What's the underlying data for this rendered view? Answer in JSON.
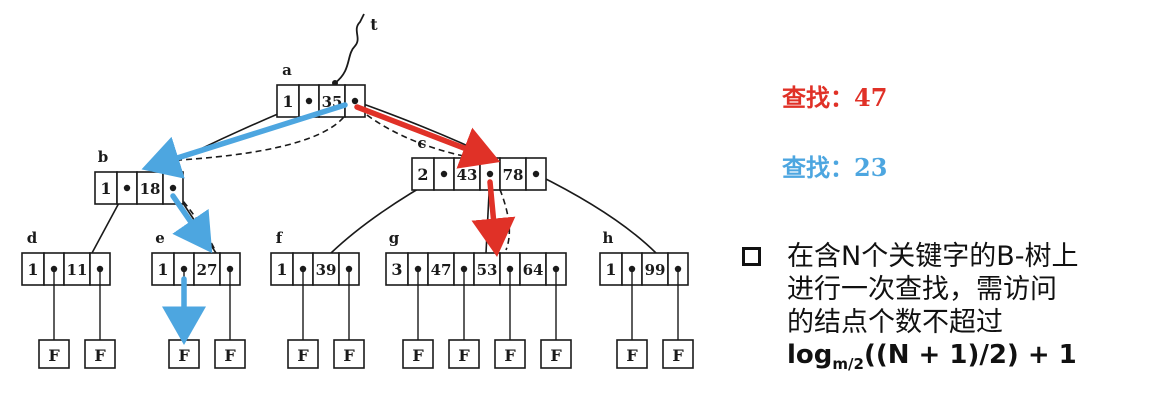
{
  "diagram": {
    "pointer_label": "t",
    "nodes": [
      {
        "id": "a",
        "label": "a",
        "count": "1",
        "keys": [
          "35"
        ]
      },
      {
        "id": "b",
        "label": "b",
        "count": "1",
        "keys": [
          "18"
        ]
      },
      {
        "id": "c",
        "label": "c",
        "count": "2",
        "keys": [
          "43",
          "78"
        ]
      },
      {
        "id": "d",
        "label": "d",
        "count": "1",
        "keys": [
          "11"
        ]
      },
      {
        "id": "e",
        "label": "e",
        "count": "1",
        "keys": [
          "27"
        ]
      },
      {
        "id": "f",
        "label": "f",
        "count": "1",
        "keys": [
          "39"
        ]
      },
      {
        "id": "g",
        "label": "g",
        "count": "3",
        "keys": [
          "47",
          "53",
          "64"
        ]
      },
      {
        "id": "h",
        "label": "h",
        "count": "1",
        "keys": [
          "99"
        ]
      }
    ],
    "leaf_label": "F",
    "colors": {
      "search_47": "#e03127",
      "search_23": "#4da6e0",
      "ink": "#1a1a1a"
    }
  },
  "searches": [
    {
      "label": "查找：47",
      "color": "#e03127"
    },
    {
      "label": "查找：23",
      "color": "#4da6e0"
    }
  ],
  "bullet": {
    "lines": [
      "在含N个关键字的B-树上",
      "进行一次查找，需访问",
      "的结点个数不超过"
    ],
    "formula_main": "log",
    "formula_sub": "m/2",
    "formula_rest": "((N + 1)/2) + 1"
  }
}
